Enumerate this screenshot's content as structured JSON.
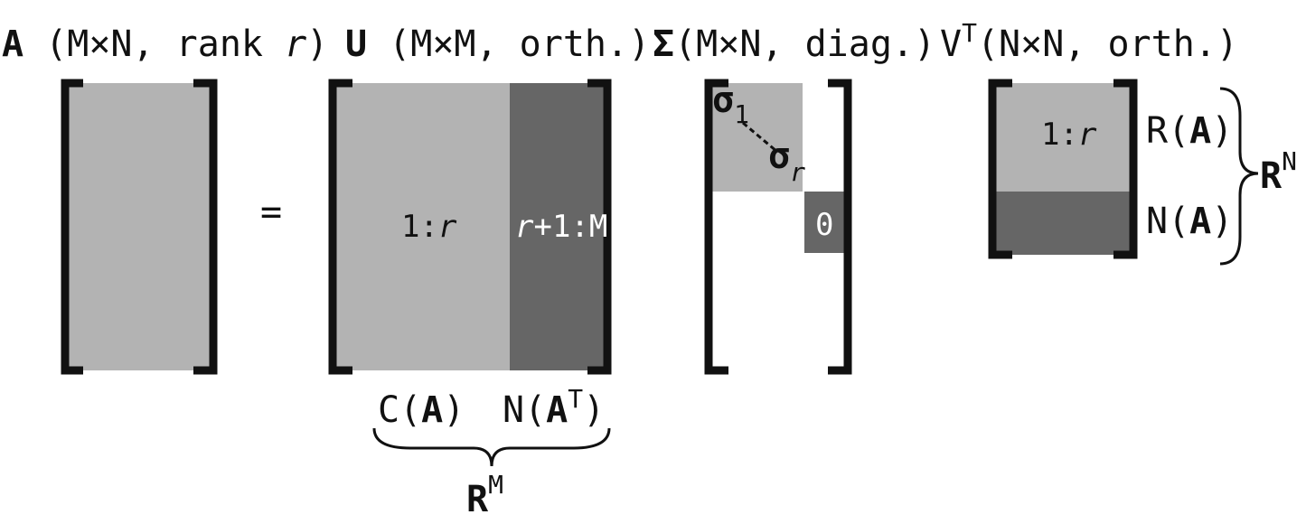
{
  "colors": {
    "light_fill": "#b3b3b3",
    "dark_fill": "#666666",
    "ink": "#111111",
    "cell_text_on_dark": "#ffffff"
  },
  "titles": {
    "a": {
      "symbol": "A",
      "rest": " (M×N, rank ",
      "rank": "r",
      "close": ")"
    },
    "u": {
      "symbol": "U",
      "rest": " (M×M, orth.)"
    },
    "sigma": {
      "symbol": "Σ",
      "rest": "(M×N, diag.)"
    },
    "vt": {
      "symbol": "V",
      "sup": "T",
      "rest": "(N×N, orth.)"
    }
  },
  "equals": "=",
  "u_matrix": {
    "left_block": {
      "prefix": "1:",
      "var": "r"
    },
    "right_block": {
      "var": "r",
      "suffix": "+1:M"
    },
    "labels": {
      "col_space": {
        "pre": "C(",
        "bold": "A",
        "post": ")"
      },
      "left_null": {
        "pre": "N(",
        "bold": "A",
        "sup": "T",
        "post": ")"
      },
      "space": {
        "bold": "R",
        "sup": "M"
      }
    }
  },
  "sigma_matrix": {
    "sigma_first": {
      "symbol": "σ",
      "sub": "1"
    },
    "sigma_last": {
      "symbol": "σ",
      "sub": "r"
    },
    "zero": "0"
  },
  "vt_matrix": {
    "top_block": {
      "prefix": "1:",
      "var": "r"
    },
    "labels": {
      "row_space": {
        "pre": "R(",
        "bold": "A",
        "post": ")"
      },
      "null_space": {
        "pre": "N(",
        "bold": "A",
        "post": ")"
      },
      "space": {
        "bold": "R",
        "sup": "N"
      }
    }
  }
}
